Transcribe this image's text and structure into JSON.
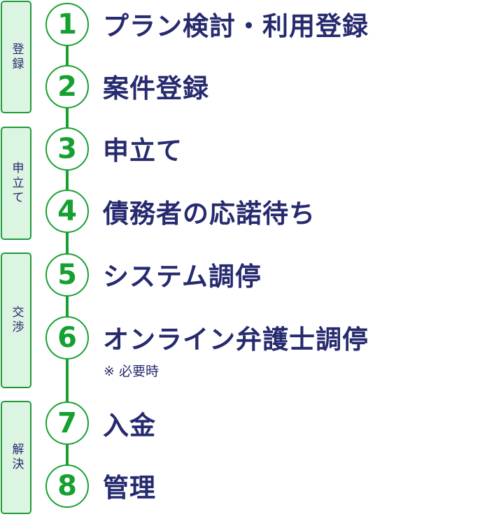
{
  "colors": {
    "green": "#1aa032",
    "phase_bg": "#dcf4e2",
    "navy": "#262a6e"
  },
  "phases": [
    {
      "label": "登録"
    },
    {
      "label": "申立て"
    },
    {
      "label": "交渉"
    },
    {
      "label": "解決"
    }
  ],
  "steps": [
    {
      "number": "1",
      "label": "プラン検討・利用登録"
    },
    {
      "number": "2",
      "label": "案件登録"
    },
    {
      "number": "3",
      "label": "申立て"
    },
    {
      "number": "4",
      "label": "債務者の応諾待ち"
    },
    {
      "number": "5",
      "label": "システム調停"
    },
    {
      "number": "6",
      "label": "オンライン弁護士調停",
      "note": "※ 必要時"
    },
    {
      "number": "7",
      "label": "入金"
    },
    {
      "number": "8",
      "label": "管理"
    }
  ]
}
